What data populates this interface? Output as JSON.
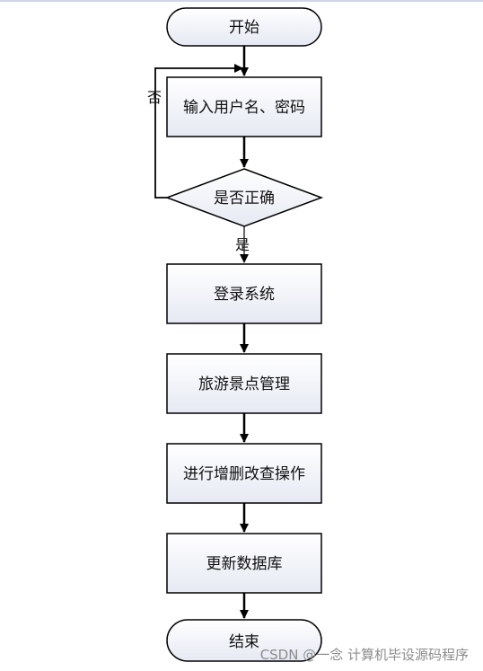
{
  "nodes": {
    "start": "开始",
    "input": "输入用户名、密码",
    "check": "是否正确",
    "login": "登录系统",
    "manage": "旅游景点管理",
    "crud": "进行增删改查操作",
    "update": "更新数据库",
    "end": "结束"
  },
  "edges": {
    "no_label": "否",
    "yes_label": "是"
  },
  "watermark": "CSDN @一念 计算机毕设源码程序",
  "colors": {
    "node_fill_top": "#ffffff",
    "node_fill_bottom": "#e9ecf5",
    "stroke": "#000000"
  }
}
